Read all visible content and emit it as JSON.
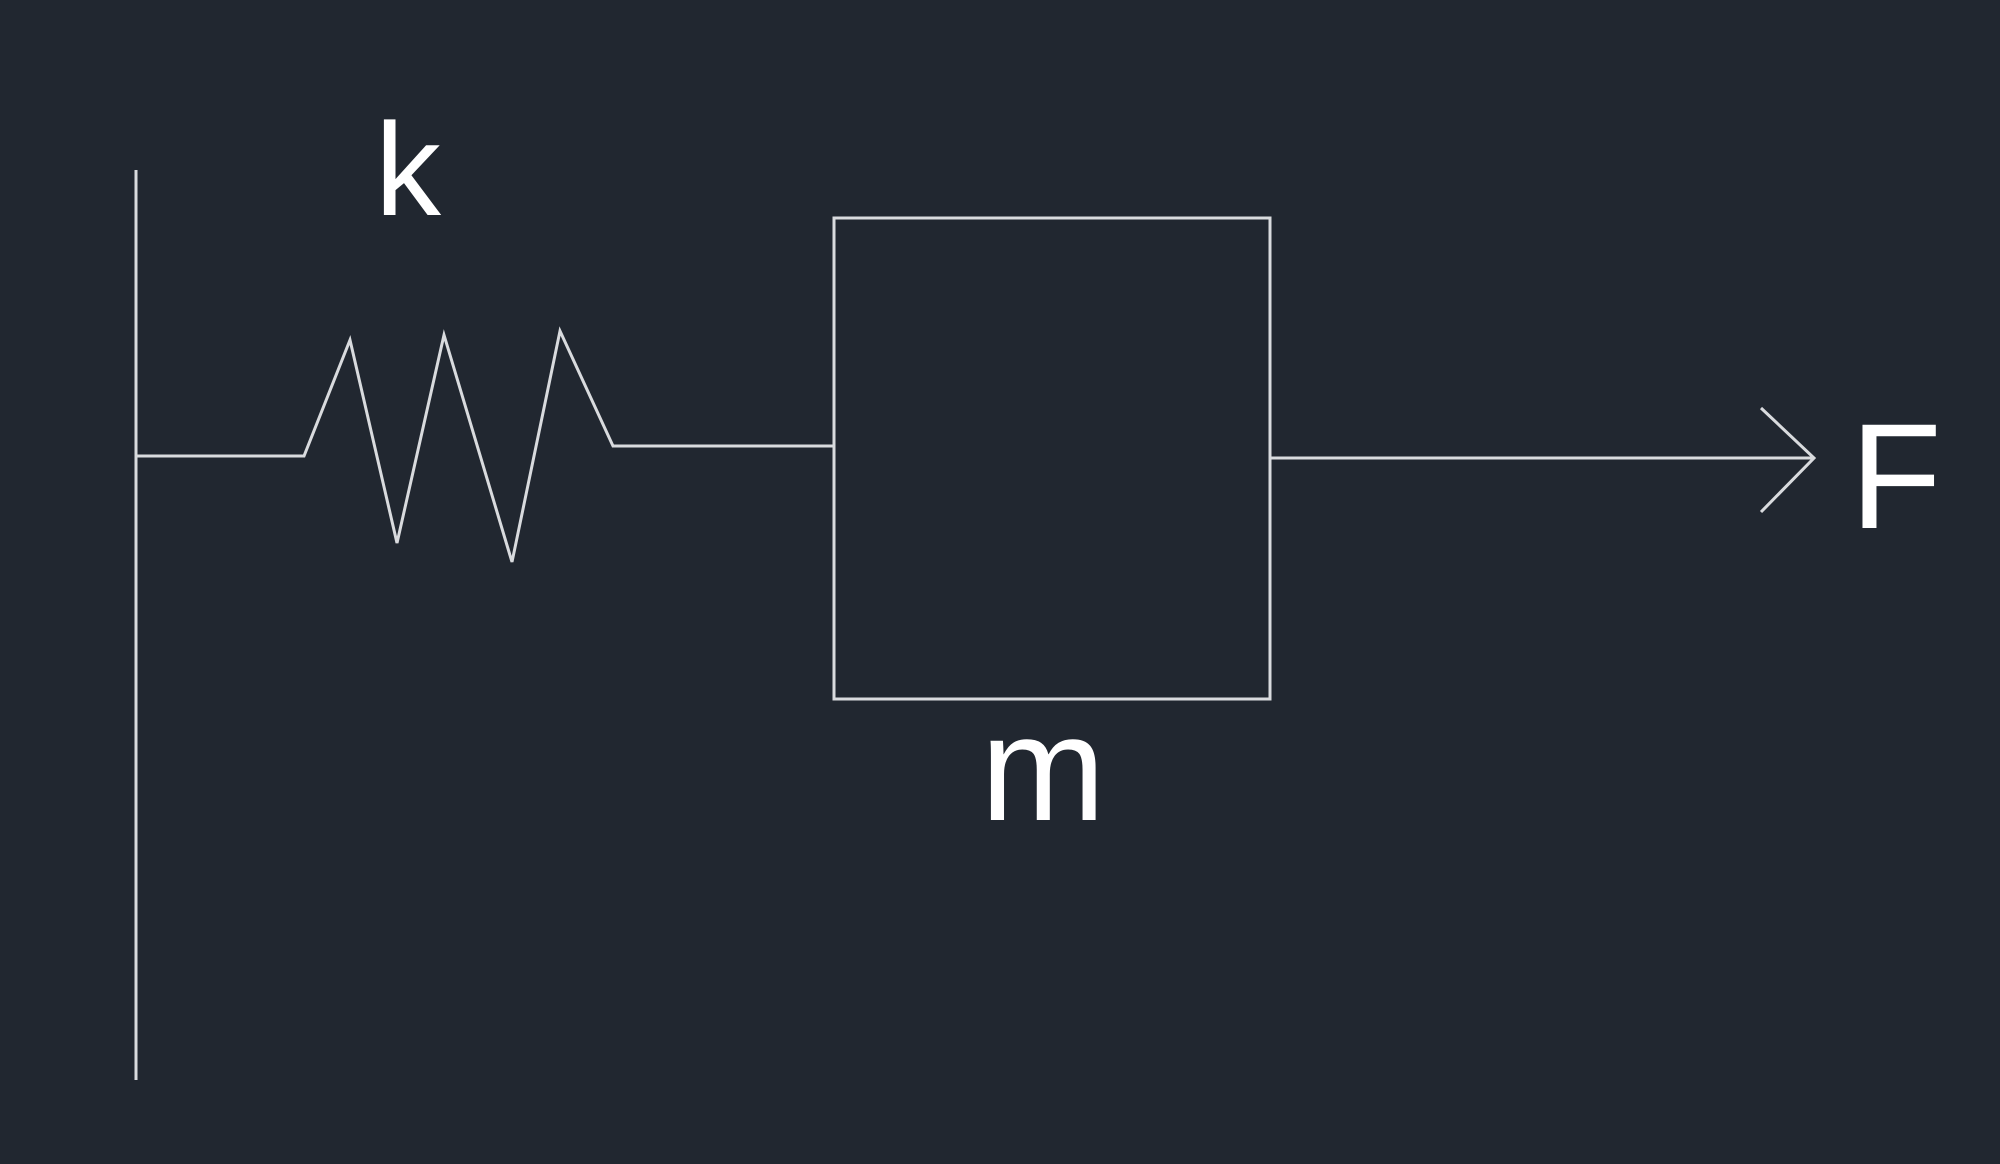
{
  "labels": {
    "spring": "k",
    "mass": "m",
    "force": "F"
  },
  "colors": {
    "background": "#212730",
    "stroke": "#d9dbde",
    "text": "#ffffff"
  }
}
